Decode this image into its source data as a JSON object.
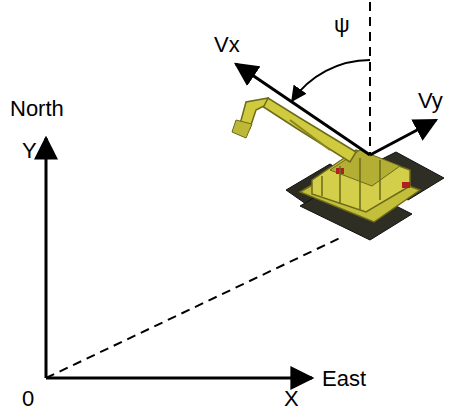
{
  "diagram": {
    "labels": [
      "North",
      "Y",
      "0",
      "X",
      "East",
      "Vx",
      "Vy",
      "ψ"
    ]
  }
}
